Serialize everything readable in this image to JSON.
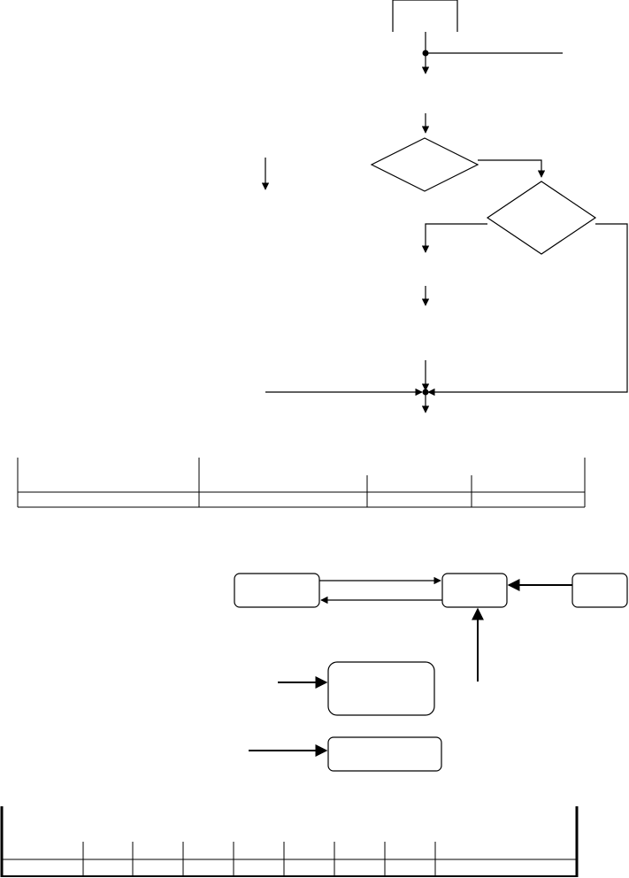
{
  "page": {
    "background": "#ffffff",
    "ink_color": "#000000"
  },
  "flowchart": {
    "decision_1_label": "",
    "decision_2_label": "",
    "junction_top": "junction",
    "junction_bottom": "junction"
  },
  "table_top": {
    "columns": 4,
    "rows": 2,
    "header_row": [
      "",
      "",
      "",
      ""
    ],
    "data_row": [
      "",
      "",
      "",
      ""
    ]
  },
  "block_diagram": {
    "box_left_label": "",
    "box_middle_label": "",
    "box_right_label": "",
    "box_center_label": "",
    "box_bottom_label": ""
  },
  "table_bottom": {
    "columns": 10,
    "rows": 2,
    "header_row": [
      "",
      "",
      "",
      "",
      "",
      "",
      "",
      "",
      "",
      ""
    ],
    "data_row": [
      "",
      "",
      "",
      "",
      "",
      "",
      "",
      "",
      "",
      ""
    ]
  }
}
